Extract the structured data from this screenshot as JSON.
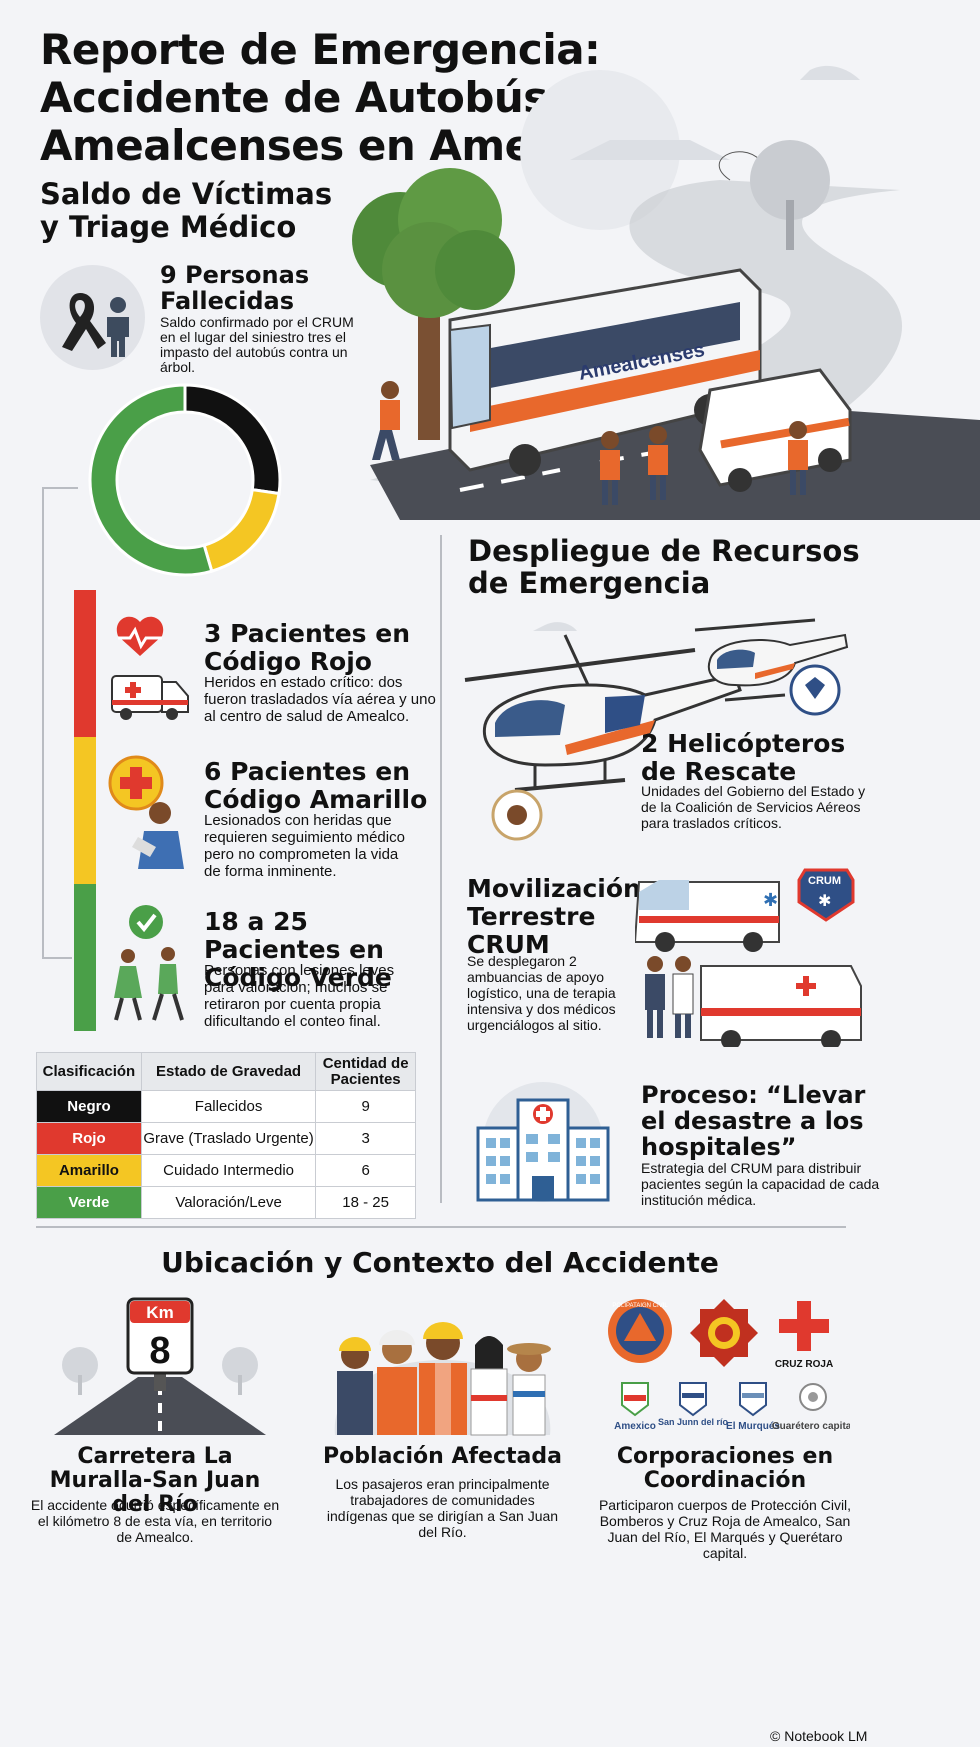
{
  "header": {
    "title": "Reporte de Emergencia: Accidente de Autobús Amealcenses en Amealco"
  },
  "victims": {
    "heading": "Saldo de Víctimas y Triage Médico",
    "deaths": {
      "title": "9 Personas Fallecidas",
      "text": "Saldo confirmado por el CRUM en el lugar del siniestro tres el impasto del autobús contra un árbol."
    },
    "donut": {
      "segments": [
        {
          "label": "Negro",
          "value": 9,
          "color": "#111111"
        },
        {
          "label": "Amarillo",
          "value": 6,
          "color": "#f4c623"
        },
        {
          "label": "Verde",
          "value": 18,
          "color": "#4a9f48"
        }
      ]
    },
    "red": {
      "title": "3 Pacientes en Código Rojo",
      "text": "Heridos en estado crítico: dos fueron trasladados vía aérea y uno al centro de salud de Amealco."
    },
    "yellow": {
      "title": "6 Pacientes en Código Amarillo",
      "text": "Lesionados con heridas que requieren seguimiento médico pero no comprometen la vida de forma inminente."
    },
    "green": {
      "title": "18 a 25 Pacientes en Código Verde",
      "text": "Personas con lesiones leves para valoración; muchos se retiraron por cuenta propia dificultando el conteo final."
    },
    "colors": {
      "red": "#e0392e",
      "yellow": "#f4c623",
      "green": "#4a9f48",
      "black": "#111111"
    }
  },
  "bus": {
    "label": "Amealcenses"
  },
  "table": {
    "headers": [
      "Clasificación",
      "Estado de Gravedad",
      "Centidad de Pacientes"
    ],
    "rows": [
      {
        "cls": "Negro",
        "estado": "Fallecidos",
        "cantidad": "9",
        "color": "#111111"
      },
      {
        "cls": "Rojo",
        "estado": "Grave (Traslado Urgente)",
        "cantidad": "3",
        "color": "#e0392e"
      },
      {
        "cls": "Amarillo",
        "estado": "Cuidado Intermedio",
        "cantidad": "6",
        "color": "#f4c623"
      },
      {
        "cls": "Verde",
        "estado": "Valoración/Leve",
        "cantidad": "18 - 25",
        "color": "#4a9f48"
      }
    ]
  },
  "resources": {
    "heading": "Despliegue de Recursos de Emergencia",
    "heli": {
      "title": "2 Helicópteros de Rescate",
      "text": "Unidades del Gobierno del Estado y de la Coalición de Servicios Aéreos para traslados críticos."
    },
    "crum": {
      "title": "Movilización Terrestre CRUM",
      "text": "Se desplegaron 2 ambuancias de apoyo logístico, una de terapia intensiva y dos médicos urgenciálogos al sitio.",
      "badge": "CRUM"
    },
    "process": {
      "title": "Proceso: “Llevar el desastre a los hospitales”",
      "text": "Estrategia del CRUM para distribuir pacientes según la capacidad de cada institución médica."
    }
  },
  "location": {
    "heading": "Ubicación y Contexto del Accidente",
    "km": {
      "label": "Km",
      "value": "8"
    },
    "road": {
      "title": "Carretera La Muralla-San Juan del Río",
      "text": "El accidente ocurrió específicamente en el kilómetro 8 de esta vía, en territorio de Amealco."
    },
    "population": {
      "title": "Población Afectada",
      "text": "Los pasajeros eran principalmente trabajadores de comunidades indígenas que se dirigían a San Juan del Río."
    },
    "corps": {
      "title": "Corporaciones en Coordinación",
      "text": "Participaron cuerpos de Protección Civil, Bomberos y Cruz Roja de Amealco, San Juan del Río, El Marqués y Querétaro capital.",
      "logos": [
        "POLIPATAIGN CIVIL",
        "CRUZ ROJA",
        "Amexico",
        "San Junn del río",
        "El Murqués",
        "Guarétero capital"
      ]
    }
  },
  "footer": {
    "credit": "© Notebook LM"
  }
}
